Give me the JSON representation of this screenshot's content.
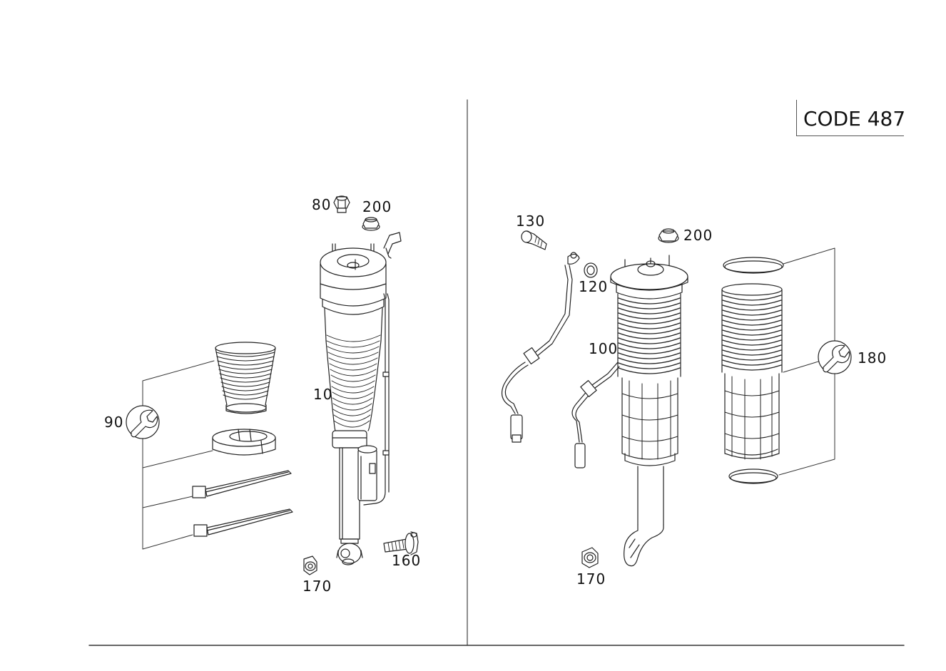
{
  "code_label": "CODE 487",
  "callouts": {
    "c80": "80",
    "c200_left": "200",
    "c10": "10",
    "c90": "90",
    "c160": "160",
    "c170_left": "170",
    "c130": "130",
    "c200_right": "200",
    "c120": "120",
    "c100": "100",
    "c180": "180",
    "c170_right": "170"
  },
  "icons": {
    "wrench_left": "wrench-icon",
    "wrench_right": "wrench-icon"
  },
  "colors": {
    "line": "#222222",
    "background": "#ffffff"
  }
}
